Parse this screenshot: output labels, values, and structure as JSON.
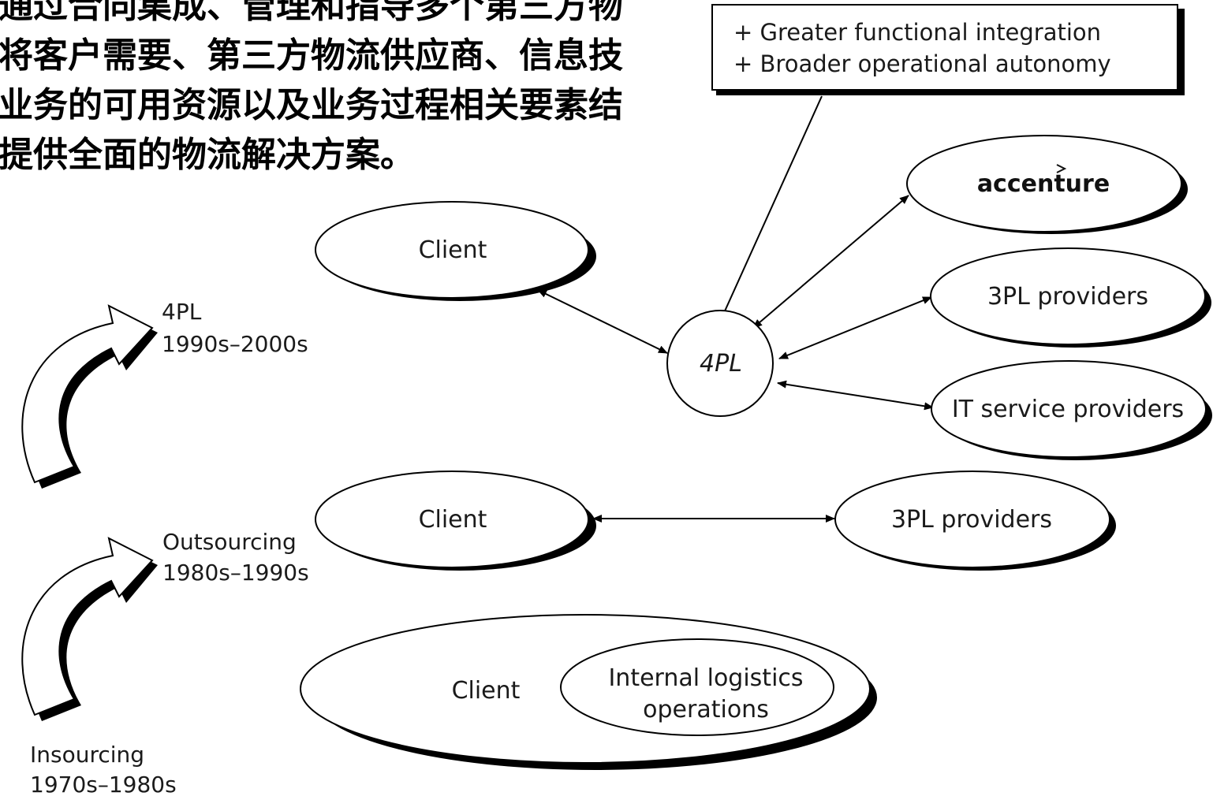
{
  "description_lines": [
    "通过合同集成、管理和指导多个第三方物",
    "将客户需要、第三方物流供应商、信息技",
    "业务的可用资源以及业务过程相关要素结",
    "提供全面的物流解决方案。"
  ],
  "callout": {
    "lines": [
      "+ Greater functional integration",
      "+ Broader operational autonomy"
    ]
  },
  "eras": {
    "fourpl": {
      "name": "4PL",
      "period": "1990s–2000s"
    },
    "outsourcing": {
      "name": "Outsourcing",
      "period": "1980s–1990s"
    },
    "insourcing": {
      "name": "Insourcing",
      "period": "1970s–1980s"
    }
  },
  "nodes": {
    "client_4pl": "Client",
    "center_4pl": "4PL",
    "accenture": "accenture",
    "threepl_top": "3PL providers",
    "it_service": "IT service providers",
    "client_outsourcing": "Client",
    "threepl_outsourcing": "3PL providers",
    "client_insourcing": "Client",
    "internal_ops": [
      "Internal logistics",
      "operations"
    ]
  },
  "colors": {
    "stroke": "#000000",
    "background": "#ffffff",
    "text": "#1a1a1a"
  }
}
